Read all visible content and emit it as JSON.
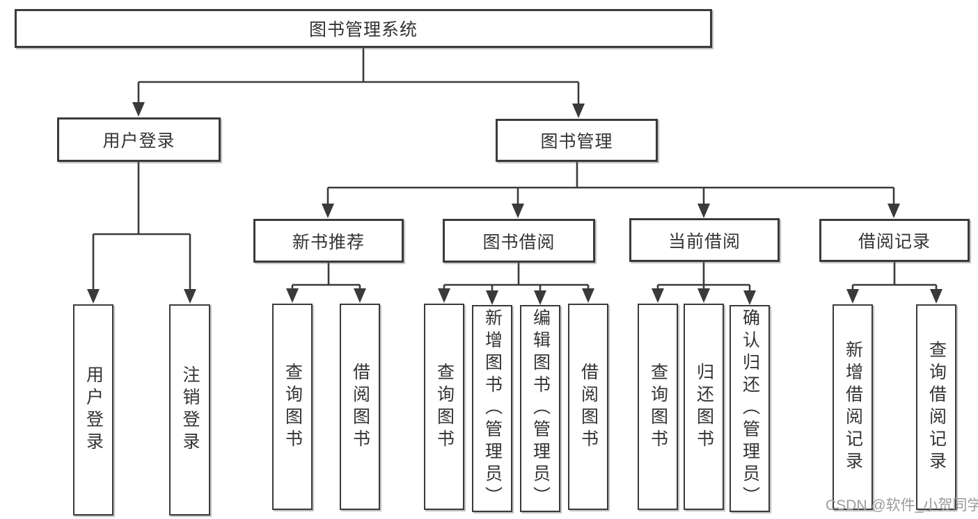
{
  "diagram": {
    "title_note": "library management system feature tree",
    "tree": {
      "root": {
        "label": "图书管理系统",
        "children": [
          {
            "label": "用户登录",
            "children": [
              {
                "label": "用户登录"
              },
              {
                "label": "注销登录"
              }
            ]
          },
          {
            "label": "图书管理",
            "children": [
              {
                "label": "新书推荐",
                "children": [
                  {
                    "label": "查询图书"
                  },
                  {
                    "label": "借阅图书"
                  }
                ]
              },
              {
                "label": "图书借阅",
                "children": [
                  {
                    "label": "查询图书"
                  },
                  {
                    "label": "新增图书（管理员）"
                  },
                  {
                    "label": "编辑图书（管理员）"
                  },
                  {
                    "label": "借阅图书"
                  }
                ]
              },
              {
                "label": "当前借阅",
                "children": [
                  {
                    "label": "查询图书"
                  },
                  {
                    "label": "归还图书"
                  },
                  {
                    "label": "确认归还（管理员）"
                  }
                ]
              },
              {
                "label": "借阅记录",
                "children": [
                  {
                    "label": "新增借阅记录"
                  },
                  {
                    "label": "查询借阅记录"
                  }
                ]
              }
            ]
          }
        ]
      }
    },
    "colors": {
      "line": "#3a3a3a",
      "box_fill": "#ffffff",
      "text": "#333333",
      "watermark": "#9b9b9b"
    }
  },
  "watermark": {
    "text": "CSDN @软件_小贺同学"
  }
}
